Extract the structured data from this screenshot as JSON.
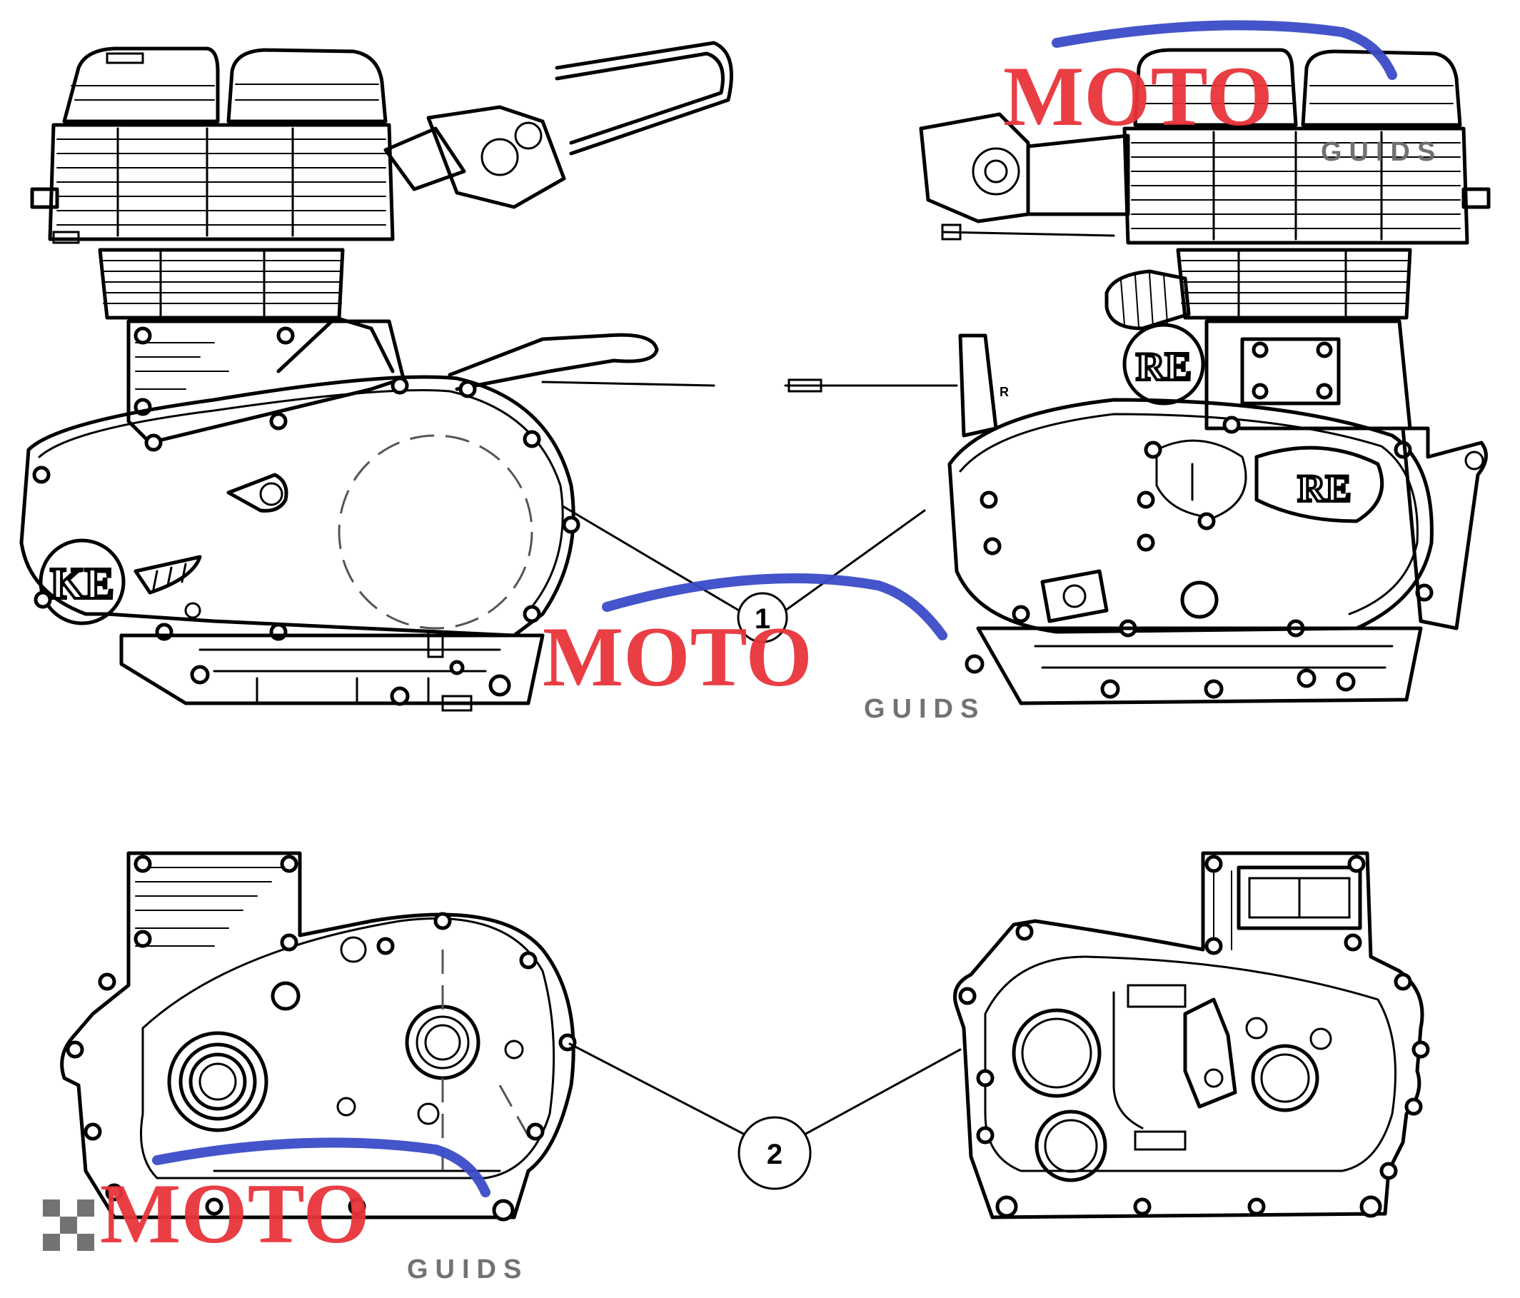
{
  "callouts": [
    {
      "label": "1"
    },
    {
      "label": "2"
    }
  ],
  "logos": {
    "cover_left": "KE",
    "cover_right": "RE",
    "badge_right": "RE",
    "mark": "R"
  },
  "watermark": {
    "text_main": "MOTO",
    "text_sub": "GUIDS",
    "colors": {
      "red": "#e8343a",
      "blue": "#3b4bc8",
      "gray": "#6b6b6b"
    }
  }
}
